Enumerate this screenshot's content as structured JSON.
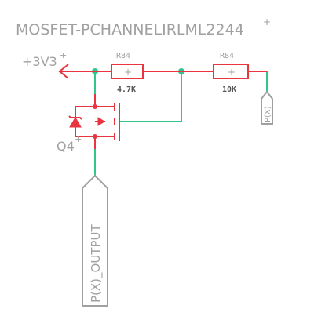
{
  "title": "MOSFET-PCHANNELIRLML2244",
  "title_mark": "+",
  "supply": {
    "label": "+3V3",
    "mark": "+"
  },
  "transistor": {
    "label": "Q4",
    "mark": "+"
  },
  "resistors": [
    {
      "name": "R84",
      "value": "4.7K",
      "center_mark": "+"
    },
    {
      "name": "R84",
      "value": "10K",
      "center_mark": "+"
    }
  ],
  "connectors": {
    "input": "P(X)",
    "output": "P(X)_OUTPUT"
  },
  "colors": {
    "symbol": "#e8353f",
    "wire": "#2fc88a",
    "junction": "#2fc88a",
    "label": "#a0a0a0",
    "value": "#555555"
  }
}
